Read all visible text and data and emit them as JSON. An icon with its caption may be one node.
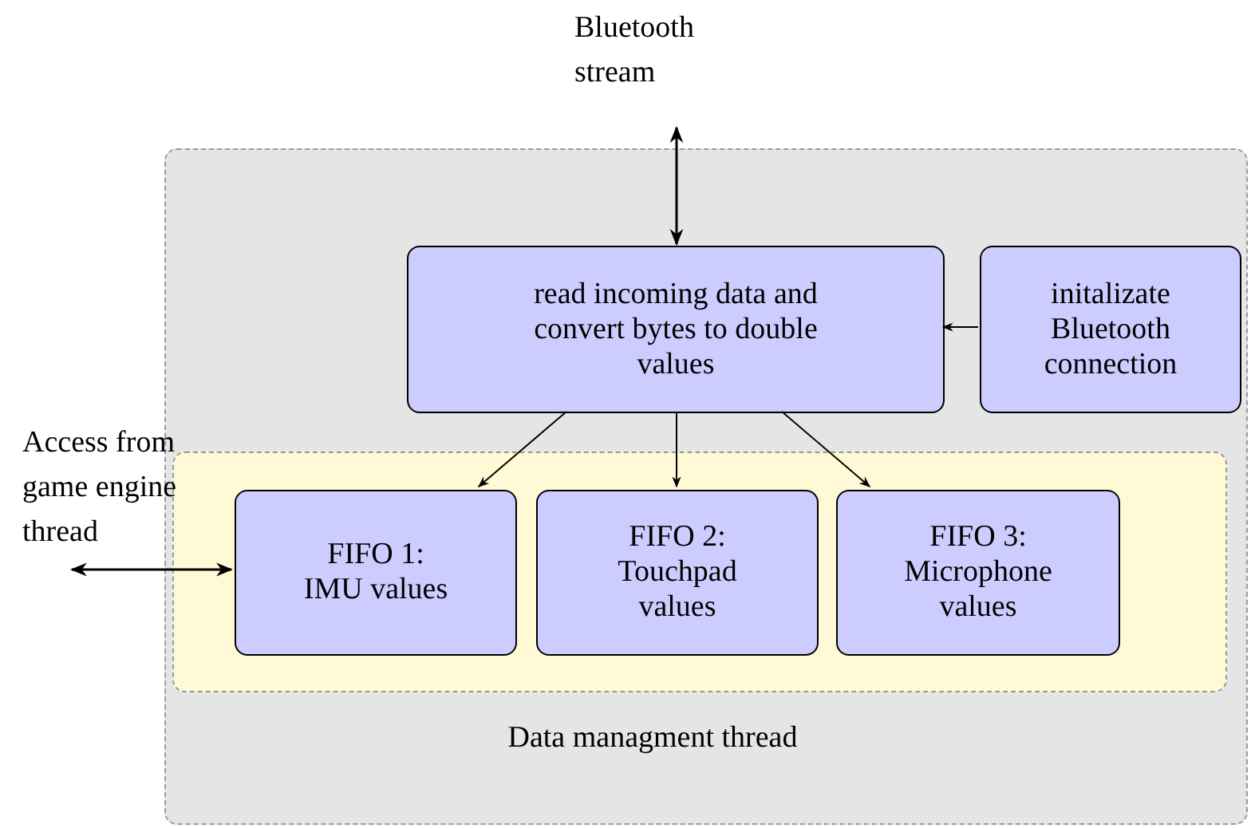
{
  "diagram": {
    "nodes": [
      {
        "text": [
          "Bluetooth stream"
        ]
      },
      {
        "text": [
          "Data managment thread"
        ]
      },
      {
        "text": [
          "read incoming data and convert bytes to double values"
        ],
        "in": 1
      },
      {
        "text": [
          "initalizate Bluetooth connection"
        ],
        "in": 1
      },
      {
        "text": [
          "Access from game engine thread"
        ]
      },
      {
        "text": [],
        "shape": "box",
        "in": 1
      },
      {
        "text": [
          "FIFO 1: IMU values"
        ],
        "in": 5
      },
      {
        "text": [
          "FIFO 2: Touchpad values"
        ],
        "in": 5
      },
      {
        "text": [
          "FIFO 3: Microphone values"
        ],
        "in": 5
      }
    ],
    "edges": [
      {
        "from": 0,
        "to": 2,
        "arrow": "both"
      },
      {
        "from": 3,
        "to": 2,
        "arrow": "to"
      },
      {
        "from": 2,
        "to": 6,
        "arrow": "to"
      },
      {
        "from": 2,
        "to": 7,
        "arrow": "to"
      },
      {
        "from": 2,
        "to": 8,
        "arrow": "to"
      },
      {
        "from": 4,
        "to": 6,
        "arrow": "both"
      }
    ]
  }
}
